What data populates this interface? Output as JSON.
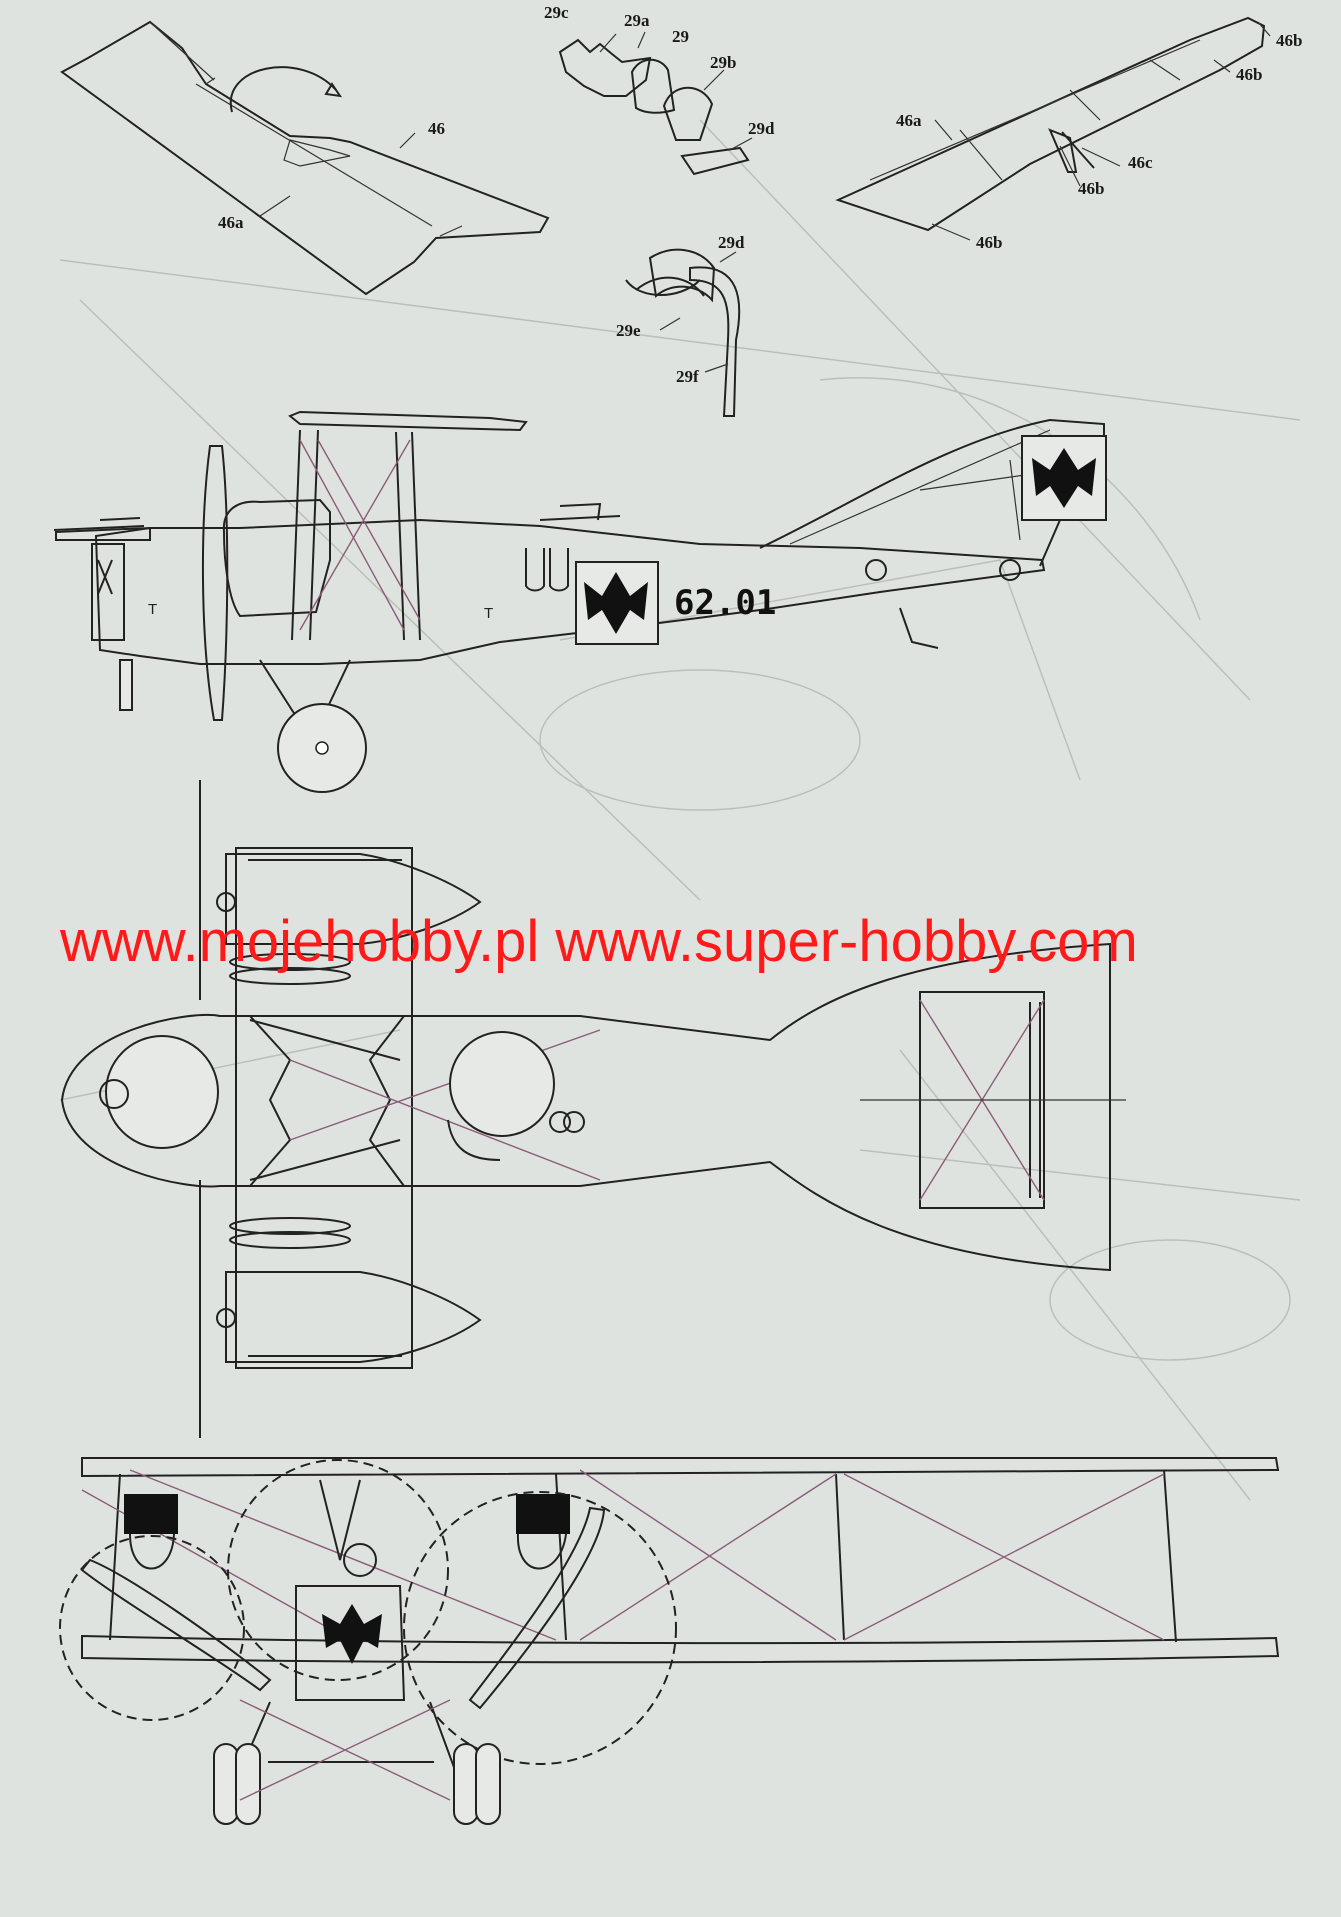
{
  "part_labels": [
    {
      "id": "46",
      "text": "46"
    },
    {
      "id": "46a_left",
      "text": "46a"
    },
    {
      "id": "29c",
      "text": "29c"
    },
    {
      "id": "29a",
      "text": "29a"
    },
    {
      "id": "29",
      "text": "29"
    },
    {
      "id": "29b",
      "text": "29b"
    },
    {
      "id": "29d_top",
      "text": "29d"
    },
    {
      "id": "29d",
      "text": "29d"
    },
    {
      "id": "29e",
      "text": "29e"
    },
    {
      "id": "29f",
      "text": "29f"
    },
    {
      "id": "46a_right",
      "text": "46a"
    },
    {
      "id": "46b_1",
      "text": "46b"
    },
    {
      "id": "46b_2",
      "text": "46b"
    },
    {
      "id": "46c",
      "text": "46c"
    },
    {
      "id": "46b_3",
      "text": "46b"
    },
    {
      "id": "46b_4",
      "text": "46b"
    }
  ],
  "aircraft": {
    "registration": "62.01",
    "fuselage_marks": [
      "T",
      "T"
    ]
  },
  "watermark": "www.mojehobby.pl www.super-hobby.com",
  "colors": {
    "paper": "#dfe3df",
    "ink": "#222222",
    "rigging": "#8a5c78",
    "watermark": "#ff1a1a"
  }
}
